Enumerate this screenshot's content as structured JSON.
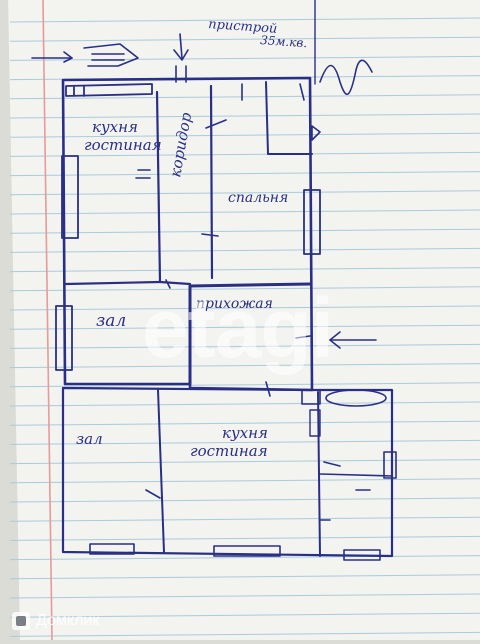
{
  "labels": {
    "annex_note_line1": "пристрой",
    "annex_note_line2": "35м.кв.",
    "kitchen_top_line1": "кухня",
    "kitchen_top_line2": "гостиная",
    "corridor": "коридор",
    "bedroom": "спальня",
    "hall_top": "зал",
    "hallway": "прихожая",
    "hall_bottom": "зал",
    "kitchen_bottom_line1": "кухня",
    "kitchen_bottom_line2": "гостиная"
  },
  "watermark": "etagi",
  "brand": "Домклик",
  "colors": {
    "ink": "#2a2f86",
    "paper": "#f3f3ef",
    "rule": "#a9cbdc",
    "margin": "#e79a9a"
  }
}
